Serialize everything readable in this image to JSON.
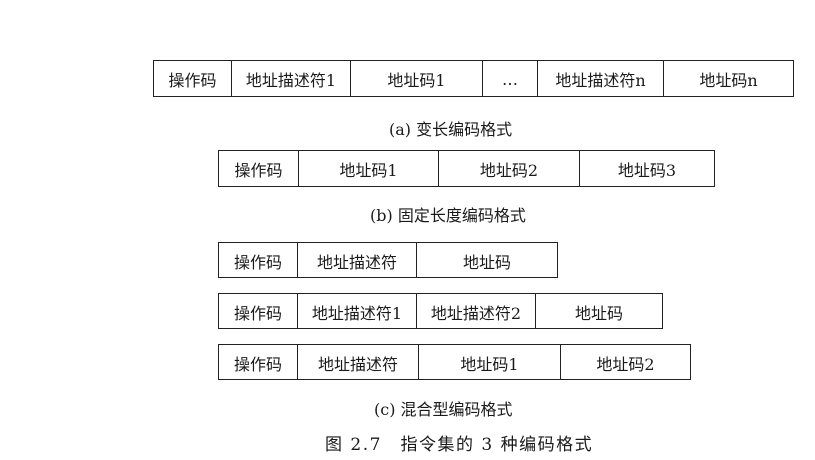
{
  "formats": {
    "variable": {
      "fields": [
        "操作码",
        "地址描述符1",
        "地址码1",
        "…",
        "地址描述符n",
        "地址码n"
      ],
      "caption": "(a) 变长编码格式"
    },
    "fixed": {
      "fields": [
        "操作码",
        "地址码1",
        "地址码2",
        "地址码3"
      ],
      "caption": "(b) 固定长度编码格式"
    },
    "hybrid": {
      "rows": [
        [
          "操作码",
          "地址描述符",
          "地址码"
        ],
        [
          "操作码",
          "地址描述符1",
          "地址描述符2",
          "地址码"
        ],
        [
          "操作码",
          "地址描述符",
          "地址码1",
          "地址码2"
        ]
      ],
      "caption": "(c) 混合型编码格式"
    }
  },
  "figure_caption": "图 2.7　指令集的 3 种编码格式"
}
